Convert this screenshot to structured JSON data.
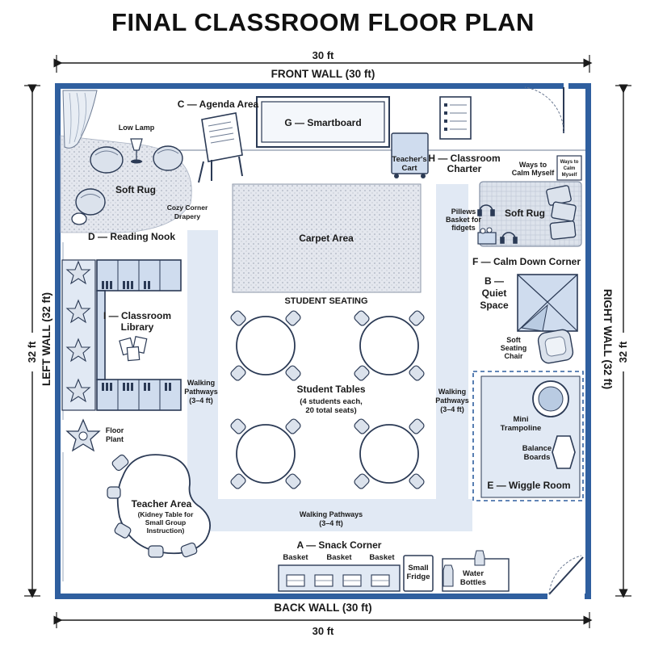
{
  "title": "FINAL CLASSROOM FLOOR PLAN",
  "dimensions": {
    "top": "30 ft",
    "bottom": "30 ft",
    "left": "32 ft",
    "right": "32 ft"
  },
  "walls": {
    "front": "FRONT WALL (30 ft)",
    "back": "BACK WALL (30 ft)",
    "left": "LEFT WALL (32 ft)",
    "right": "RIGHT WALL (32 ft)"
  },
  "areas": {
    "agenda": "C — Agenda Area",
    "smartboard": "G — Smartboard",
    "teachers_cart": [
      "Teacher's",
      "Cart"
    ],
    "charter": [
      "H — Classroom",
      "Charter"
    ],
    "ways_to_calm": [
      "Ways to",
      "Calm Myself"
    ],
    "ways_sign": [
      "Ways to",
      "Calm",
      "Myself"
    ],
    "low_lamp": "Low Lamp",
    "soft_rug_left": "Soft Rug",
    "cozy_corner": [
      "Cozy Corner",
      "Drapery"
    ],
    "reading_nook": "D — Reading Nook",
    "carpet_area": "Carpet Area",
    "student_seating": "STUDENT SEATING",
    "pillows_basket": [
      "Pillews",
      "Basket for",
      "fidgets"
    ],
    "soft_rug_right": "Soft Rug",
    "calm_down": "F — Calm Down Corner",
    "quiet_space": [
      "B —",
      "Quiet",
      "Space"
    ],
    "soft_chair": [
      "Soft",
      "Seating",
      "Chair"
    ],
    "library": [
      "I — Classroom",
      "Library"
    ],
    "student_tables": [
      "Student Tables",
      "(4 students each,",
      "20 total seats)"
    ],
    "walk_left": [
      "Walking",
      "Pathways",
      "(3–4 ft)"
    ],
    "walk_right": [
      "Walking",
      "Pathways",
      "(3–4 ft)"
    ],
    "walk_bottom": [
      "Walking Pathways",
      "(3–4 ft)"
    ],
    "floor_plant": [
      "Floor",
      "Plant"
    ],
    "mini_trampoline": [
      "Mini",
      "Trampoline"
    ],
    "balance_boards": [
      "Balance",
      "Boards"
    ],
    "wiggle_room": "E — Wiggle Room",
    "teacher_area": [
      "Teacher Area",
      "(Kidney Table for",
      "Small Group",
      "Instruction)"
    ],
    "snack_corner": "A — Snack Corner",
    "baskets": [
      "Basket",
      "Basket",
      "Basket"
    ],
    "small_fridge": [
      "Small",
      "Fridge"
    ],
    "water_bottles": [
      "Water",
      "Bottles"
    ]
  },
  "colors": {
    "wall": "#2f5f9f",
    "pathway": "#dfe8f4",
    "rug": "#dfe3ea",
    "furniture": "#cfdcee",
    "ink": "#1a1a1a",
    "line": "#2b3a55"
  }
}
